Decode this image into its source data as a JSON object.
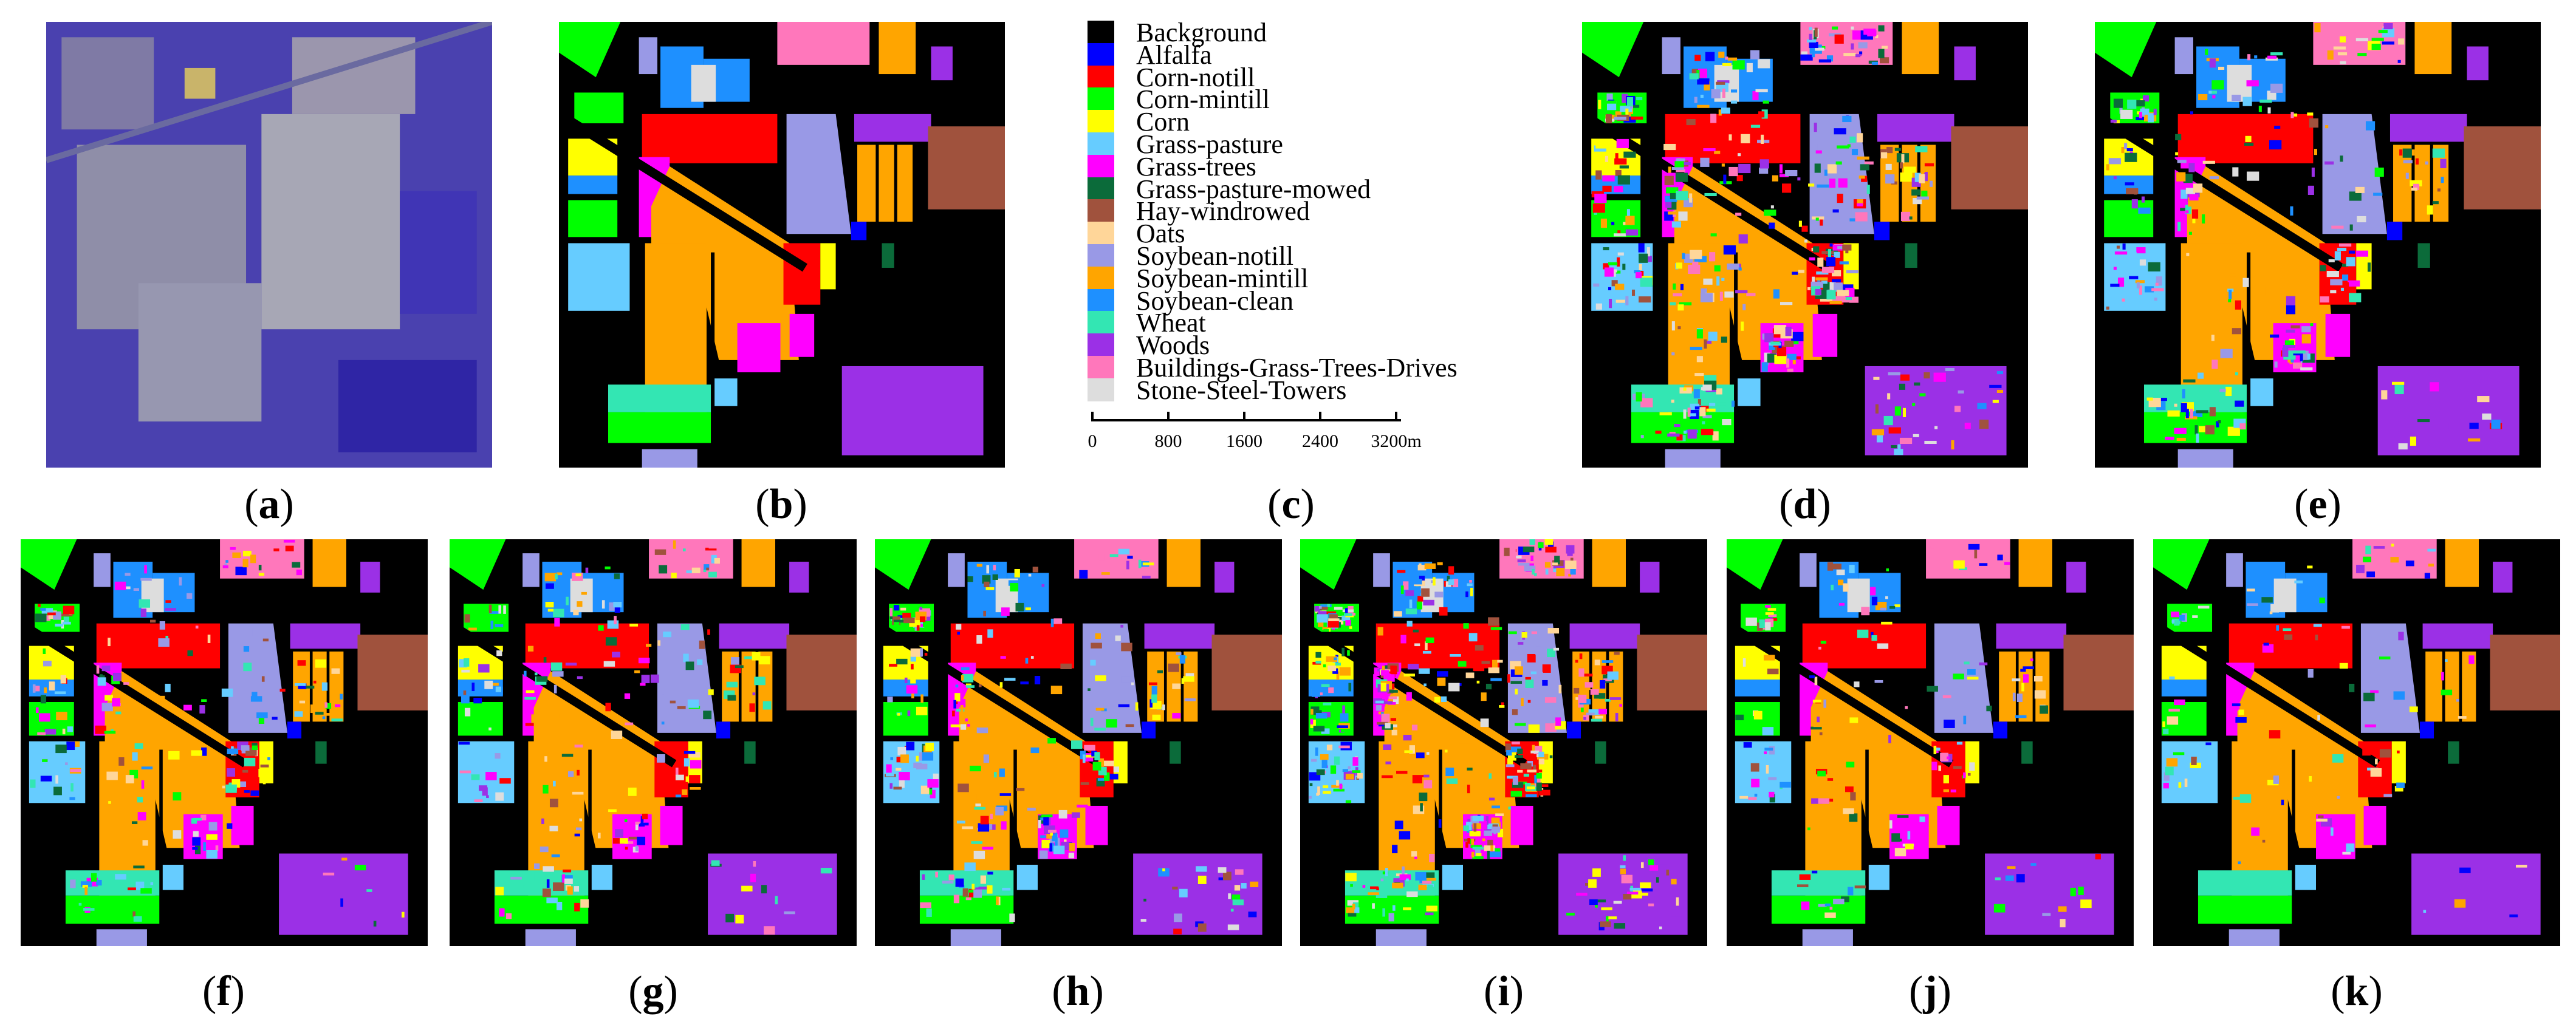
{
  "legend": {
    "classes": [
      {
        "name": "Background",
        "color": "#000000"
      },
      {
        "name": "Alfalfa",
        "color": "#0000ff"
      },
      {
        "name": "Corn-notill",
        "color": "#ff0000"
      },
      {
        "name": "Corn-mintill",
        "color": "#00ff00"
      },
      {
        "name": "Corn",
        "color": "#ffff00"
      },
      {
        "name": "Grass-pasture",
        "color": "#66ccff"
      },
      {
        "name": "Grass-trees",
        "color": "#ff00ff"
      },
      {
        "name": "Grass-pasture-mowed",
        "color": "#0b6b3a"
      },
      {
        "name": "Hay-windrowed",
        "color": "#a0523d"
      },
      {
        "name": "Oats",
        "color": "#ffd699"
      },
      {
        "name": "Soybean-notill",
        "color": "#9999e6"
      },
      {
        "name": "Soybean-mintill",
        "color": "#ffa500"
      },
      {
        "name": "Soybean-clean",
        "color": "#1e90ff"
      },
      {
        "name": "Wheat",
        "color": "#33e6b3"
      },
      {
        "name": "Woods",
        "color": "#9b30e6"
      },
      {
        "name": "Buildings-Grass-Trees-Drives",
        "color": "#ff77bb"
      },
      {
        "name": "Stone-Steel-Towers",
        "color": "#dddddd"
      }
    ]
  },
  "scalebar": {
    "ticks": [
      "0",
      "800",
      "1600",
      "2400",
      "3200m"
    ]
  },
  "panels": {
    "a": {
      "label": "a"
    },
    "b": {
      "label": "b"
    },
    "c": {
      "label": "c"
    },
    "d": {
      "label": "d"
    },
    "e": {
      "label": "e"
    },
    "f": {
      "label": "f"
    },
    "g": {
      "label": "g"
    },
    "h": {
      "label": "h"
    },
    "i": {
      "label": "i"
    },
    "j": {
      "label": "j"
    },
    "k": {
      "label": "k"
    }
  }
}
